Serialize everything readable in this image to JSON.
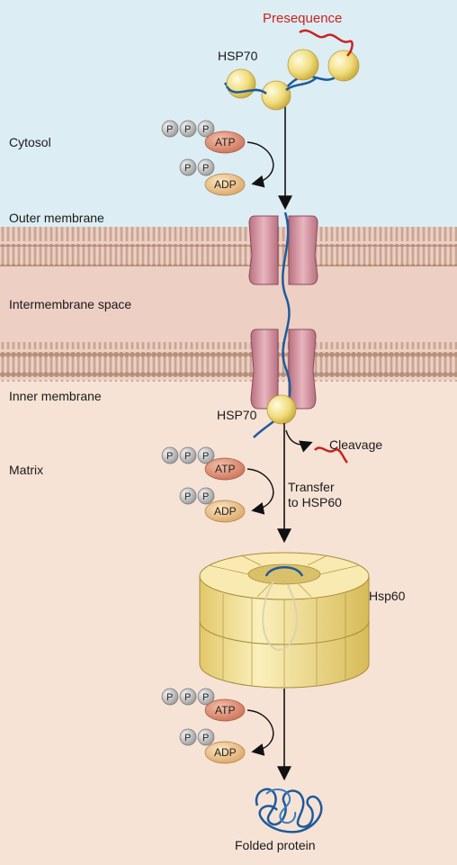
{
  "compartments": {
    "cytosol": "Cytosol",
    "outer_membrane": "Outer membrane",
    "intermembrane_space": "Intermembrane space",
    "inner_membrane": "Inner membrane",
    "matrix": "Matrix"
  },
  "labels": {
    "presequence": "Presequence",
    "hsp70_top": "HSP70",
    "hsp70_inner": "HSP70",
    "cleavage": "Cleavage",
    "transfer_line1": "Transfer",
    "transfer_line2": "to HSP60",
    "hsp60": "Hsp60",
    "folded_protein": "Folded protein"
  },
  "energy": {
    "atp": "ATP",
    "adp": "ADP",
    "phosphate": "P"
  },
  "colors": {
    "cytosol": "#dcedf4",
    "matrix": "#f6e3d6",
    "intermembrane": "#edcfc4",
    "membrane_lipid": "#c9a993",
    "channel": "#d59aa7",
    "chaperone_ball": "#f0dc7a",
    "polypeptide": "#1e5b9a",
    "presequence": "#c8231f",
    "atp": "#dd8a6c",
    "adp": "#efc48f",
    "phosphate": "#bdbdbd",
    "barrel": "#f4e3a0"
  }
}
